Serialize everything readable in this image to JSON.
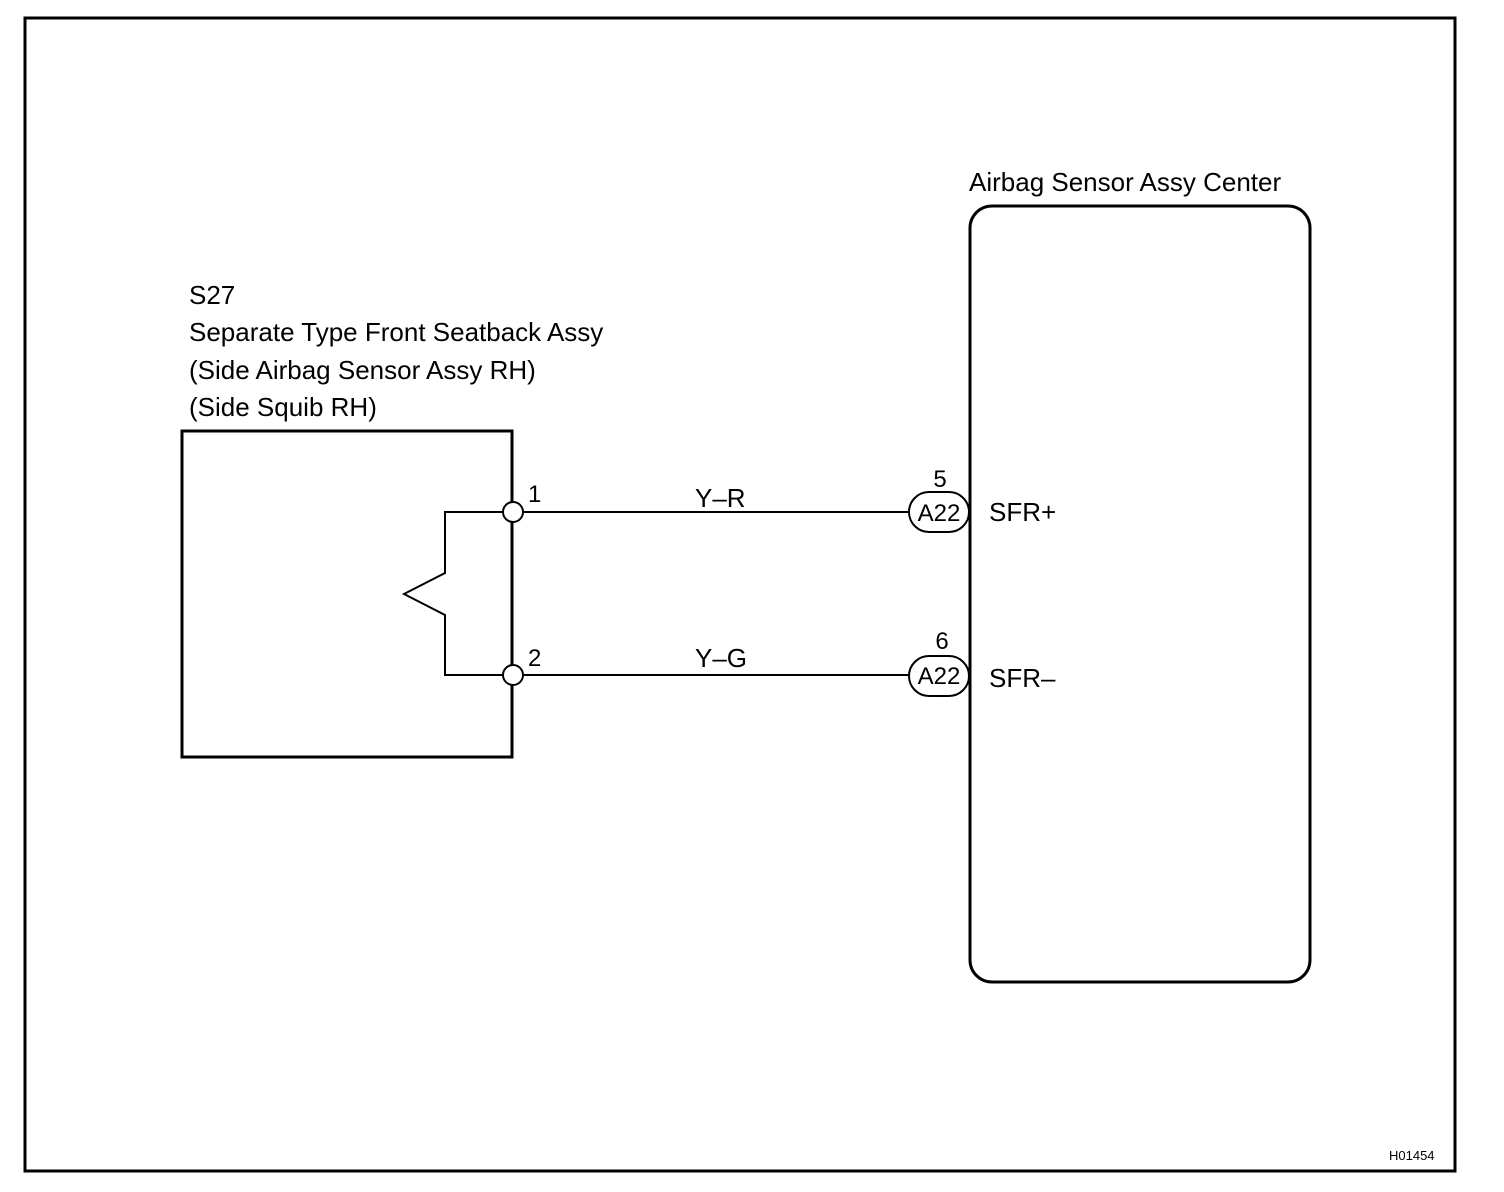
{
  "component_left": {
    "id": "S27",
    "name_lines": [
      "Separate Type Front Seatback Assy",
      "(Side Airbag Sensor Assy RH)",
      "(Side Squib RH)"
    ],
    "pins": [
      "1",
      "2"
    ]
  },
  "component_right": {
    "name": "Airbag Sensor Assy Center",
    "connectors": [
      {
        "pin": "5",
        "connector": "A22",
        "terminal": "SFR+"
      },
      {
        "pin": "6",
        "connector": "A22",
        "terminal": "SFR–"
      }
    ]
  },
  "wires": [
    {
      "color": "Y–R"
    },
    {
      "color": "Y–G"
    }
  ],
  "figure_code": "H01454"
}
